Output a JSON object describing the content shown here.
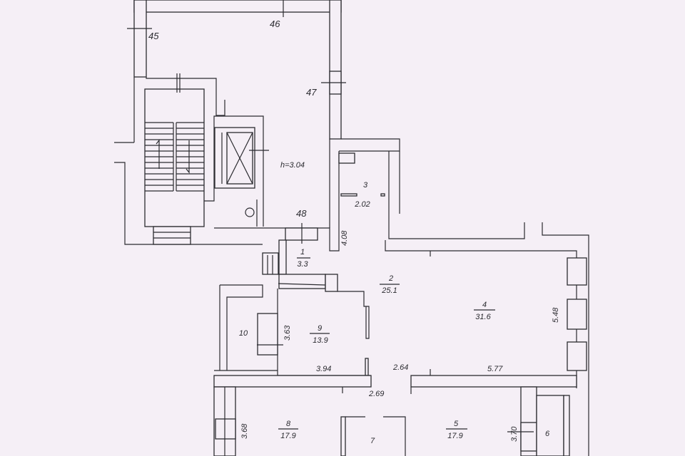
{
  "plan": {
    "ceiling_height": "h=3.04",
    "window_marks": [
      "45",
      "46",
      "47",
      "48"
    ],
    "rooms": [
      {
        "number": "1",
        "area": "3.3"
      },
      {
        "number": "2",
        "area": "25.1"
      },
      {
        "number": "3",
        "area": "2.02"
      },
      {
        "number": "4",
        "area": "31.6"
      },
      {
        "number": "5",
        "area": "17.9"
      },
      {
        "number": "6"
      },
      {
        "number": "7"
      },
      {
        "number": "8",
        "area": "17.9"
      },
      {
        "number": "9",
        "area": "13.9"
      },
      {
        "number": "10"
      }
    ],
    "dimensions": {
      "room1_height": "4.08",
      "room4_depth": "5.48",
      "room9_depth": "3.63",
      "room9_width": "3.94",
      "corridor_width": "2.64",
      "room4_width": "5.77",
      "passage_width": "2.69",
      "room8_depth": "3.68",
      "room5_depth": "3.70"
    }
  }
}
